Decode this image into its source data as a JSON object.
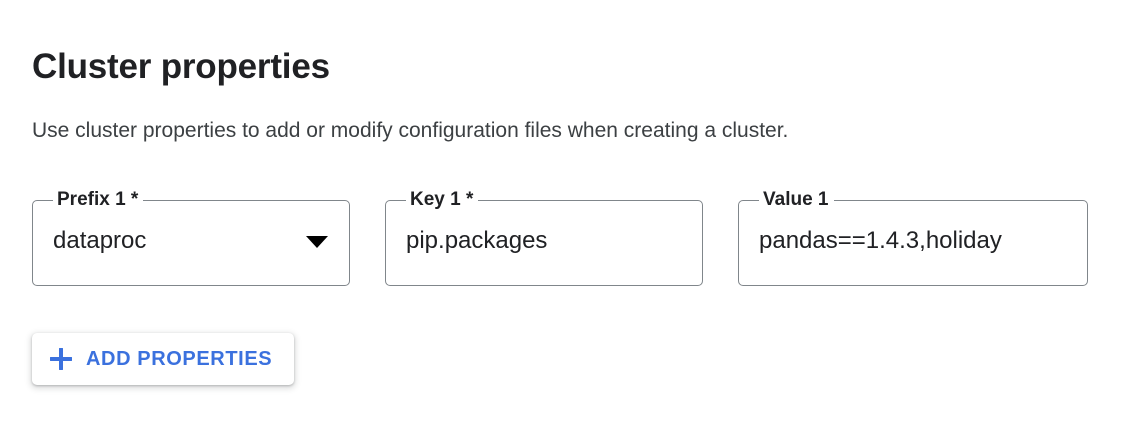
{
  "section": {
    "title": "Cluster properties",
    "description": "Use cluster properties to add or modify configuration files when creating a cluster."
  },
  "fields": [
    {
      "name": "prefix",
      "label": "Prefix 1 *",
      "value": "dataproc",
      "control": "select",
      "icon": "caret-down-icon",
      "required": true
    },
    {
      "name": "key",
      "label": "Key 1 *",
      "value": "pip.packages",
      "control": "text",
      "required": true
    },
    {
      "name": "value",
      "label": "Value 1",
      "value": "pandas==1.4.3,holiday",
      "control": "text",
      "required": false
    }
  ],
  "add_button": {
    "label": "ADD PROPERTIES",
    "icon": "plus-icon"
  },
  "colors": {
    "accent_blue": "#3b71de",
    "text_primary": "#202124",
    "text_secondary": "#3c4043",
    "field_outline": "#80868b",
    "background": "#ffffff"
  }
}
